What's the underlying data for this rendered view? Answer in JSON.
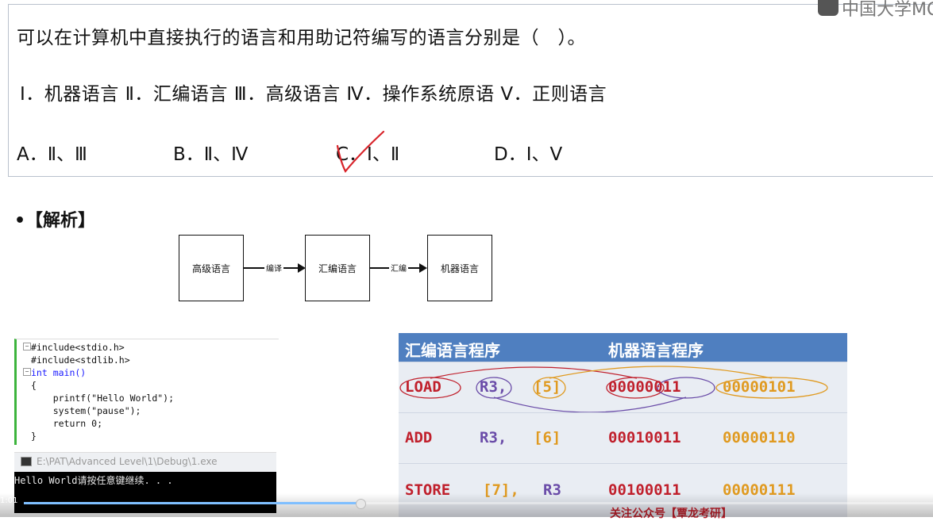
{
  "question": {
    "title": "可以在计算机中直接执行的语言和用助记符编写的语言分别是（　）。",
    "items": "Ⅰ．机器语言 Ⅱ．汇编语言 Ⅲ．高级语言 Ⅳ．操作系统原语 Ⅴ．正则语言",
    "options": [
      "A．Ⅱ、Ⅲ",
      "B．Ⅱ、Ⅳ",
      "C．Ⅰ、Ⅱ",
      "D．Ⅰ、Ⅴ"
    ],
    "checkmark_color": "#d8232a"
  },
  "logo": {
    "text": "中国大学MO"
  },
  "analysis": {
    "label": "•【解析】"
  },
  "flow": {
    "boxes": [
      "高级语言",
      "汇编语言",
      "机器语言"
    ],
    "arrows": [
      "编译",
      "汇编"
    ]
  },
  "code": {
    "lines": [
      "#include<stdio.h>",
      "#include<stdlib.h>",
      "int main()",
      "{",
      "    printf(\"Hello World\");",
      "    system(\"pause\");",
      "    return 0;",
      "}"
    ],
    "console_title": "E:\\PAT\\Advanced Level\\1\\Debug\\1.exe",
    "console_output": "Hello World请按任意键继续. . ."
  },
  "table": {
    "headers": [
      "汇编语言程序",
      "机器语言程序"
    ],
    "rows": [
      {
        "op": "LOAD",
        "reg": "R3,",
        "mem": "[5]",
        "bin1": "00000011",
        "bin2": "00000101"
      },
      {
        "op": "ADD",
        "reg": "R3,",
        "mem": "[6]",
        "bin1": "00010011",
        "bin2": "00000110"
      },
      {
        "op": "STORE",
        "reg": "[7],",
        "mem": "R3",
        "bin1": "00100011",
        "bin2": "00000111"
      }
    ],
    "header_color": "#4f7fc0"
  },
  "footer_note": "关注公众号【覃龙考研】",
  "player": {
    "time": "1:01",
    "progress": 0.37
  }
}
